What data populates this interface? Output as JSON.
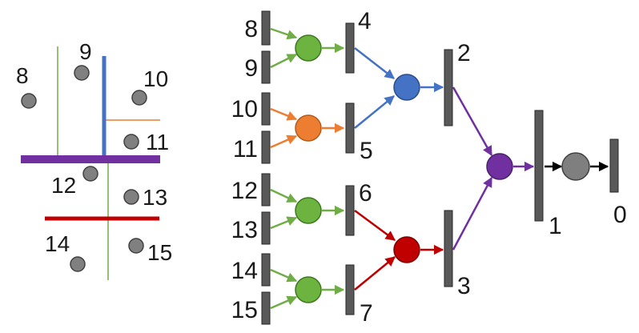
{
  "colors": {
    "green": "#70ad47",
    "green_node": "#6cb33f",
    "orange": "#ed7d31",
    "blue": "#4472c4",
    "red": "#c00000",
    "purple": "#7030a0",
    "gray_node": "#7f7f7f",
    "bar": "#595959",
    "black_edge": "#000000"
  },
  "spatial_partition": {
    "points": [
      "8",
      "9",
      "10",
      "11",
      "12",
      "13",
      "14",
      "15"
    ]
  },
  "tree": {
    "leaf_labels": [
      "8",
      "9",
      "10",
      "11",
      "12",
      "13",
      "14",
      "15"
    ],
    "level2_labels": [
      "4",
      "5",
      "6",
      "7"
    ],
    "level1_labels": [
      "2",
      "3"
    ],
    "root_label": "1",
    "output_label": "0"
  }
}
